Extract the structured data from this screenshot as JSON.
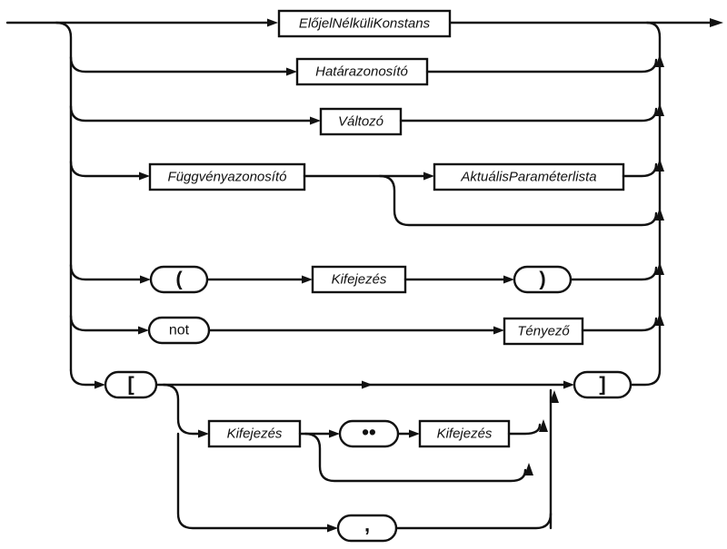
{
  "diagram": {
    "nonterminals": {
      "unsigned_constant": "ElőjelNélküliKonstans",
      "bound_identifier": "Határazonosító",
      "variable": "Változó",
      "function_identifier": "Függvényazonosító",
      "actual_parameter_list": "AktuálisParaméterlista",
      "expression": "Kifejezés",
      "factor": "Tényező"
    },
    "terminals": {
      "open_paren": "(",
      "close_paren": ")",
      "not": "not",
      "open_bracket": "[",
      "close_bracket": "]",
      "range_dots": "••",
      "comma": ","
    },
    "colors": {
      "ink": "#111111",
      "paper": "#ffffff"
    }
  }
}
